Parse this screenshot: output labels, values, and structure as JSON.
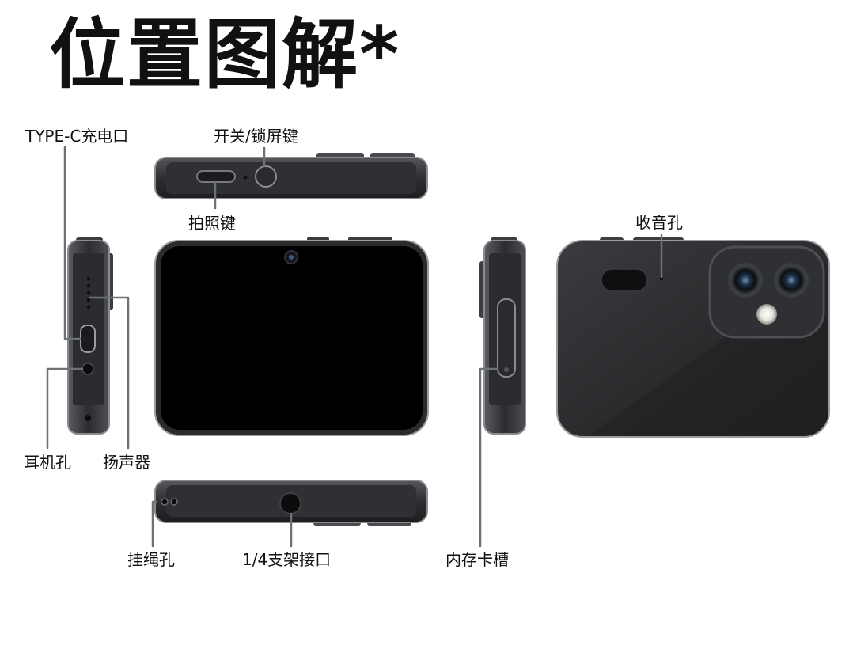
{
  "title": "位置图解*",
  "labels": {
    "typec": "TYPE-C充电口",
    "power": "开关/锁屏键",
    "shutter": "拍照键",
    "mic": "收音孔",
    "earphone": "耳机孔",
    "speaker": "扬声器",
    "lanyard": "挂绳孔",
    "tripod": "1/4支架接口",
    "card": "内存卡槽"
  },
  "colors": {
    "body": "#2b2c2f",
    "body_dark": "#1b1c1e",
    "screen": "#000000",
    "leader": "#6e7277"
  }
}
